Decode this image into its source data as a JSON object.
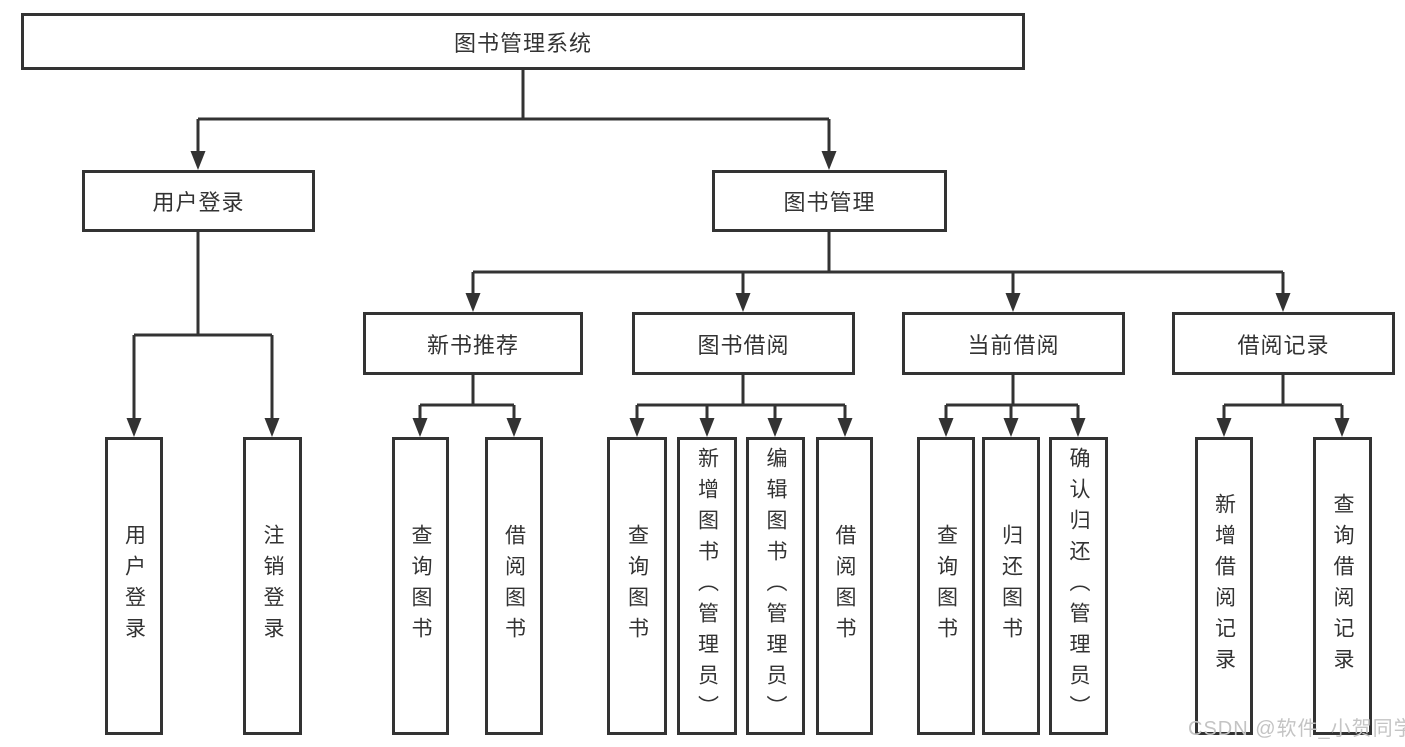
{
  "diagram": {
    "title": "图书管理系统",
    "level2": {
      "user_login": {
        "label": "用户登录",
        "children": {
          "login": "用户登录",
          "logout": "注销登录"
        }
      },
      "book_management": {
        "label": "图书管理",
        "children": {
          "new_book_recommend": {
            "label": "新书推荐",
            "children": {
              "query_books": "查询图书",
              "borrow_books": "借阅图书"
            }
          },
          "book_borrow": {
            "label": "图书借阅",
            "children": {
              "query_books": "查询图书",
              "add_books_admin": "新增图书（管理员）",
              "edit_books_admin": "编辑图书（管理员）",
              "borrow_books": "借阅图书"
            }
          },
          "current_borrow": {
            "label": "当前借阅",
            "children": {
              "query_books": "查询图书",
              "return_books": "归还图书",
              "confirm_return_admin": "确认归还（管理员）"
            }
          },
          "borrow_records": {
            "label": "借阅记录",
            "children": {
              "add_borrow_record": "新增借阅记录",
              "query_borrow_record": "查询借阅记录"
            }
          }
        }
      }
    }
  },
  "watermark": "CSDN @软件_小贺同学",
  "colors": {
    "line": "#333333",
    "text": "#333333",
    "box_background": "#ffffff",
    "watermark": "#c4c4c4",
    "background": "#ffffff"
  }
}
